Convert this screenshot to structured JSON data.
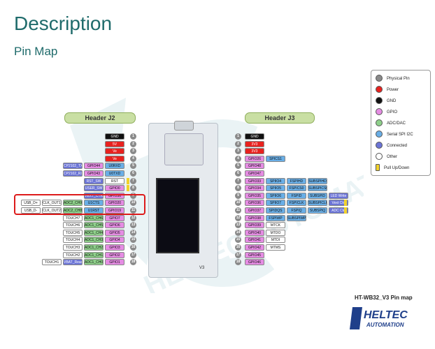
{
  "title": "Description",
  "subtitle": "Pin Map",
  "caption": "HT-WB32_V3 Pin map",
  "logo": {
    "brand": "HELTEC",
    "tagline": "AUTOMATION"
  },
  "watermark_text": "HELTEC AUTOMATION",
  "board_label": "V3",
  "header_left": "Header J2",
  "header_right": "Header J3",
  "colors": {
    "power": "#e8221f",
    "gnd": "#111111",
    "gpio": "#e58ce3",
    "adc": "#8ed08a",
    "serial": "#69aee6",
    "connected": "#6b74d6",
    "other": "#ffffff",
    "physical": "#8a8a8a",
    "title": "#1f6b6b",
    "highlight": "#dd1b1b",
    "pullup": "#f2d22a"
  },
  "legend": [
    {
      "label": "Physical Pin",
      "color": "#8a8a8a"
    },
    {
      "label": "Power",
      "color": "#e8221f"
    },
    {
      "label": "GND",
      "color": "#111111"
    },
    {
      "label": "GPIO",
      "color": "#e58ce3"
    },
    {
      "label": "ADC/DAC",
      "color": "#8ed08a"
    },
    {
      "label": "Serial SPI I2C",
      "color": "#69aee6"
    },
    {
      "label": "Connected",
      "color": "#6b74d6"
    },
    {
      "label": "Other",
      "color": "#ffffff"
    },
    {
      "label": "Pull Up/Down",
      "color": "#f2d22a"
    }
  ],
  "left_pins": [
    {
      "num": "1",
      "items": [
        {
          "t": "GND",
          "c": "gnd"
        }
      ]
    },
    {
      "num": "2",
      "items": [
        {
          "t": "5V",
          "c": "power"
        }
      ]
    },
    {
      "num": "3",
      "items": [
        {
          "t": "Ve",
          "c": "power"
        }
      ]
    },
    {
      "num": "4",
      "items": [
        {
          "t": "Ve",
          "c": "power"
        }
      ]
    },
    {
      "num": "5",
      "items": [
        {
          "t": "CP2102_TX",
          "c": "connected"
        },
        {
          "t": "GPIO44",
          "c": "gpio"
        },
        {
          "t": "U0RXD",
          "c": "serial"
        }
      ]
    },
    {
      "num": "6",
      "items": [
        {
          "t": "CP2102_RX",
          "c": "connected"
        },
        {
          "t": "GPIO43",
          "c": "gpio"
        },
        {
          "t": "U0TXD",
          "c": "serial"
        }
      ]
    },
    {
      "num": "7",
      "items": [
        {
          "t": "RST_SW",
          "c": "connected"
        },
        {
          "t": "RST",
          "c": "other"
        }
      ]
    },
    {
      "num": "8",
      "items": [
        {
          "t": "USER_SW",
          "c": "connected"
        },
        {
          "t": "GPIO0",
          "c": "gpio"
        }
      ]
    },
    {
      "num": "9",
      "items": [
        {
          "t": "VEXT_CTRL",
          "c": "connected"
        },
        {
          "t": "GPIO36",
          "c": "gpio"
        }
      ]
    },
    {
      "num": "10",
      "items": [
        {
          "t": "USB_D+",
          "c": "other"
        },
        {
          "t": "CLK_OUT1",
          "c": "other"
        },
        {
          "t": "ADC2_CH9",
          "c": "adc"
        },
        {
          "t": "U1CTS",
          "c": "serial"
        },
        {
          "t": "GPIO20",
          "c": "gpio"
        }
      ]
    },
    {
      "num": "11",
      "items": [
        {
          "t": "USB_D-",
          "c": "other"
        },
        {
          "t": "CLK_OUT2",
          "c": "other"
        },
        {
          "t": "ADC2_CH8",
          "c": "adc"
        },
        {
          "t": "U1RST",
          "c": "serial"
        },
        {
          "t": "GPIO19",
          "c": "gpio"
        }
      ]
    },
    {
      "num": "12",
      "items": [
        {
          "t": "TOUCH7",
          "c": "other"
        },
        {
          "t": "ADC1_CH6",
          "c": "adc"
        },
        {
          "t": "GPIO7",
          "c": "gpio"
        }
      ]
    },
    {
      "num": "13",
      "items": [
        {
          "t": "TOUCH6",
          "c": "other"
        },
        {
          "t": "ADC1_CH5",
          "c": "adc"
        },
        {
          "t": "GPIO6",
          "c": "gpio"
        }
      ]
    },
    {
      "num": "14",
      "items": [
        {
          "t": "TOUCH5",
          "c": "other"
        },
        {
          "t": "ADC1_CH4",
          "c": "adc"
        },
        {
          "t": "GPIO5",
          "c": "gpio"
        }
      ]
    },
    {
      "num": "15",
      "items": [
        {
          "t": "TOUCH4",
          "c": "other"
        },
        {
          "t": "ADC1_CH3",
          "c": "adc"
        },
        {
          "t": "GPIO4",
          "c": "gpio"
        }
      ]
    },
    {
      "num": "16",
      "items": [
        {
          "t": "TOUCH3",
          "c": "other"
        },
        {
          "t": "ADC1_CH2",
          "c": "adc"
        },
        {
          "t": "GPIO3",
          "c": "gpio"
        }
      ]
    },
    {
      "num": "17",
      "items": [
        {
          "t": "TOUCH2",
          "c": "other"
        },
        {
          "t": "ADC1_CH1",
          "c": "adc"
        },
        {
          "t": "GPIO2",
          "c": "gpio"
        }
      ]
    },
    {
      "num": "18",
      "items": [
        {
          "t": "TOUCH1",
          "c": "other"
        },
        {
          "t": "VBAT_Read",
          "c": "connected"
        },
        {
          "t": "ADC1_CH0",
          "c": "adc"
        },
        {
          "t": "GPIO1",
          "c": "gpio"
        }
      ]
    }
  ],
  "right_pins": [
    {
      "num": "1",
      "items": [
        {
          "t": "GND",
          "c": "gnd"
        }
      ]
    },
    {
      "num": "2",
      "items": [
        {
          "t": "3V3",
          "c": "power"
        }
      ]
    },
    {
      "num": "3",
      "items": [
        {
          "t": "3V3",
          "c": "power"
        }
      ]
    },
    {
      "num": "4",
      "items": [
        {
          "t": "GPIO26",
          "c": "gpio"
        },
        {
          "t": "SPICS1",
          "c": "serial"
        }
      ]
    },
    {
      "num": "5",
      "items": [
        {
          "t": "GPIO48",
          "c": "gpio"
        }
      ]
    },
    {
      "num": "6",
      "items": [
        {
          "t": "GPIO47",
          "c": "gpio"
        }
      ]
    },
    {
      "num": "7",
      "items": [
        {
          "t": "GPIO33",
          "c": "gpio"
        },
        {
          "t": "SPIIO4",
          "c": "serial"
        },
        {
          "t": "FSPIHD",
          "c": "serial"
        },
        {
          "t": "SUBSPIHD",
          "c": "serial"
        }
      ]
    },
    {
      "num": "8",
      "items": [
        {
          "t": "GPIO34",
          "c": "gpio"
        },
        {
          "t": "SPIIO5",
          "c": "serial"
        },
        {
          "t": "FSPICS0",
          "c": "serial"
        },
        {
          "t": "SUBSPICS0",
          "c": "serial"
        }
      ]
    },
    {
      "num": "9",
      "items": [
        {
          "t": "GPIO35",
          "c": "gpio"
        },
        {
          "t": "SPIIO6",
          "c": "serial"
        },
        {
          "t": "FSPID",
          "c": "serial"
        },
        {
          "t": "SUBSPID",
          "c": "serial"
        },
        {
          "t": "LED Write",
          "c": "connected"
        }
      ]
    },
    {
      "num": "10",
      "items": [
        {
          "t": "GPIO36",
          "c": "gpio"
        },
        {
          "t": "SPIIO7",
          "c": "serial"
        },
        {
          "t": "FSPICLK",
          "c": "serial"
        },
        {
          "t": "SUBSPICLK",
          "c": "serial"
        },
        {
          "t": "Vext Ctrl",
          "c": "connected"
        }
      ]
    },
    {
      "num": "11",
      "items": [
        {
          "t": "GPIO37",
          "c": "gpio"
        },
        {
          "t": "SPIDQS",
          "c": "serial"
        },
        {
          "t": "FSPIQ",
          "c": "serial"
        },
        {
          "t": "SUBSPIQ",
          "c": "serial"
        },
        {
          "t": "ADC Ctrl",
          "c": "connected"
        }
      ]
    },
    {
      "num": "12",
      "items": [
        {
          "t": "GPIO38",
          "c": "gpio"
        },
        {
          "t": "FSPIWP",
          "c": "serial"
        },
        {
          "t": "SUBSPIWP",
          "c": "serial"
        }
      ]
    },
    {
      "num": "13",
      "items": [
        {
          "t": "GPIO39",
          "c": "gpio"
        },
        {
          "t": "MTCK",
          "c": "other"
        }
      ]
    },
    {
      "num": "14",
      "items": [
        {
          "t": "GPIO40",
          "c": "gpio"
        },
        {
          "t": "MTDO",
          "c": "other"
        }
      ]
    },
    {
      "num": "15",
      "items": [
        {
          "t": "GPIO41",
          "c": "gpio"
        },
        {
          "t": "MTDI",
          "c": "other"
        }
      ]
    },
    {
      "num": "16",
      "items": [
        {
          "t": "GPIO42",
          "c": "gpio"
        },
        {
          "t": "MTMS",
          "c": "other"
        }
      ]
    },
    {
      "num": "17",
      "items": [
        {
          "t": "GPIO45",
          "c": "gpio"
        }
      ]
    },
    {
      "num": "18",
      "items": [
        {
          "t": "GPIO46",
          "c": "gpio"
        }
      ]
    }
  ],
  "pullup_left_pins": [
    "7",
    "8"
  ],
  "pullup_right_pins": [
    "10",
    "11"
  ]
}
